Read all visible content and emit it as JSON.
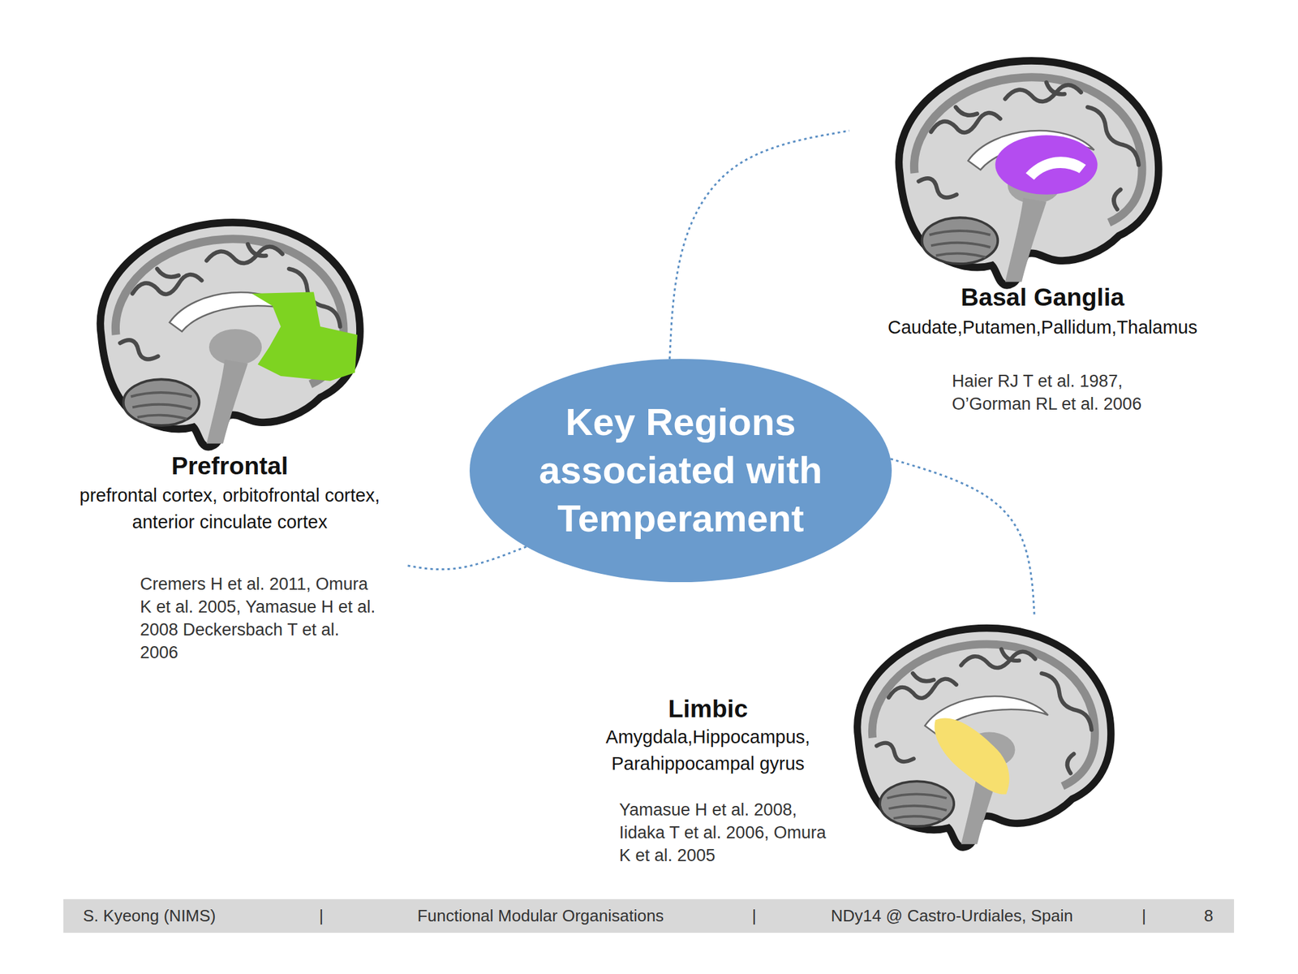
{
  "diagram": {
    "nodes": [
      {
        "text": [
          "Key Regions associated with Temperament"
        ]
      },
      {
        "text": [
          "Prefrontal",
          "prefrontal cortex, orbitofrontal cortex, anterior cinculate cortex",
          "Cremers H et al. 2011, Omura K et al. 2005, Yamasue H et al. 2008 Deckersbach T et al. 2006"
        ]
      },
      {
        "text": [
          "Basal Ganglia",
          "Caudate,Putamen,Pallidum,Thalamus",
          "Haier RJ T et al. 1987, O’Gorman RL et al. 2006"
        ]
      },
      {
        "text": [
          "Limbic",
          "Amygdala,Hippocampus, Parahippocampal gyrus",
          "Yamasue H et al. 2008, Iidaka T et al. 2006, Omura K et al. 2005"
        ]
      }
    ],
    "edges": [
      {
        "from": 0,
        "to": 1,
        "arrow": "none"
      },
      {
        "from": 0,
        "to": 2,
        "arrow": "none"
      },
      {
        "from": 0,
        "to": 3,
        "arrow": "none"
      }
    ],
    "labels": [
      "S. Kyeong (NIMS)",
      "|",
      "Functional Modular Organisations",
      "|",
      "NDy14 @ Castro-Urdiales, Spain",
      "|",
      "8"
    ]
  }
}
